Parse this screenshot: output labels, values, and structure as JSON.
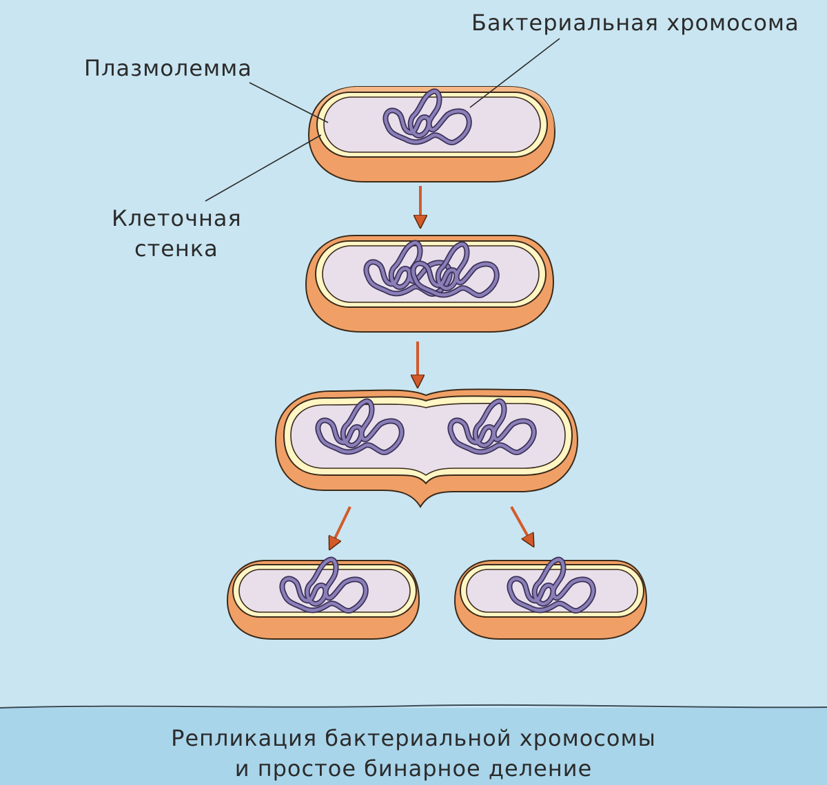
{
  "labels": {
    "chromosome": "Бактериальная хромосома",
    "plasmalemma": "Плазмолемма",
    "cell_wall_line1": "Клеточная",
    "cell_wall_line2": "стенка"
  },
  "caption": {
    "line1": "Репликация бактериальной хромосомы",
    "line2": "и простое бинарное деление"
  },
  "colors": {
    "background": "#c9e5f1",
    "caption_band": "#a9d5ea",
    "cell_wall": "#f0a066",
    "plasma_membrane": "#fff6c4",
    "cytoplasm": "#e8dfea",
    "chromosome": "#8b7fb8",
    "arrow": "#d45a2a"
  },
  "icons": {
    "arrow": "arrow-down-icon",
    "chromosome": "chromosome-loop-icon"
  }
}
